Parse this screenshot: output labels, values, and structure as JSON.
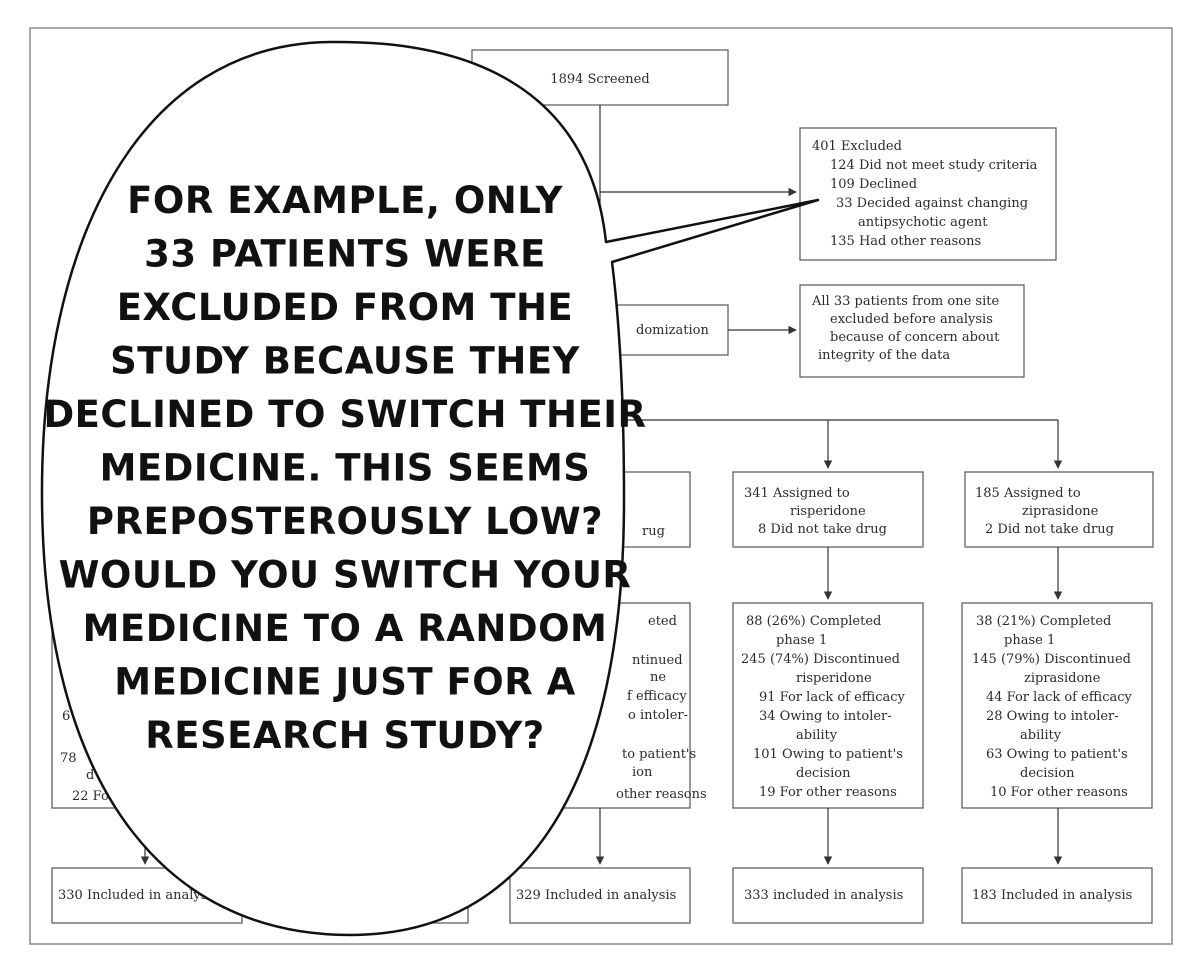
{
  "diagram": {
    "screened": [
      "1894 Screened"
    ],
    "excluded": [
      "401 Excluded",
      "124 Did not meet study criteria",
      "109 Declined",
      "33 Decided against changing",
      "antipsychotic agent",
      "135 Had other reasons"
    ],
    "randomization": [
      "domization"
    ],
    "site_excluded": [
      "All 33 patients from one site",
      "excluded before analysis",
      "because of concern about",
      "integrity of the data"
    ],
    "assigned": {
      "col3": [
        "rug"
      ],
      "risperidone": [
        "341 Assigned to",
        "risperidone",
        "8 Did not take drug"
      ],
      "ziprasidone": [
        "185 Assigned to",
        "ziprasidone",
        "2 Did not take drug"
      ]
    },
    "phase1": {
      "col1": [
        "2",
        "6",
        "78",
        "d",
        "22 Fo"
      ],
      "col3": [
        "eted",
        "ntinued",
        "ne",
        "f efficacy",
        "o intoler-",
        "to patient's",
        "ion",
        "other reasons"
      ],
      "risperidone": [
        "88 (26%) Completed",
        "phase 1",
        "245 (74%) Discontinued",
        "risperidone",
        "91 For lack of efficacy",
        "34 Owing to intoler-",
        "ability",
        "101 Owing to patient's",
        "decision",
        "19 For other reasons"
      ],
      "ziprasidone": [
        "38 (21%) Completed",
        "phase 1",
        "145 (79%) Discontinued",
        "ziprasidone",
        "44 For lack of efficacy",
        "28 Owing to intoler-",
        "ability",
        "63 Owing to patient's",
        "decision",
        "10 For other reasons"
      ]
    },
    "analysis": {
      "col1": "330 Included in analysis",
      "col3": "329 Included in analysis",
      "risperidone": "333 included in analysis",
      "ziprasidone": "183 Included in analysis"
    }
  },
  "bubble": {
    "lines": [
      "FOR EXAMPLE, ONLY",
      "33 PATIENTS WERE",
      "EXCLUDED FROM THE",
      "STUDY BECAUSE THEY",
      "DECLINED TO SWITCH THEIR",
      "MEDICINE.  THIS SEEMS",
      "PREPOSTEROUSLY LOW?",
      "WOULD YOU SWITCH YOUR",
      "MEDICINE TO A RANDOM",
      "MEDICINE JUST FOR A",
      "RESEARCH STUDY?"
    ]
  }
}
